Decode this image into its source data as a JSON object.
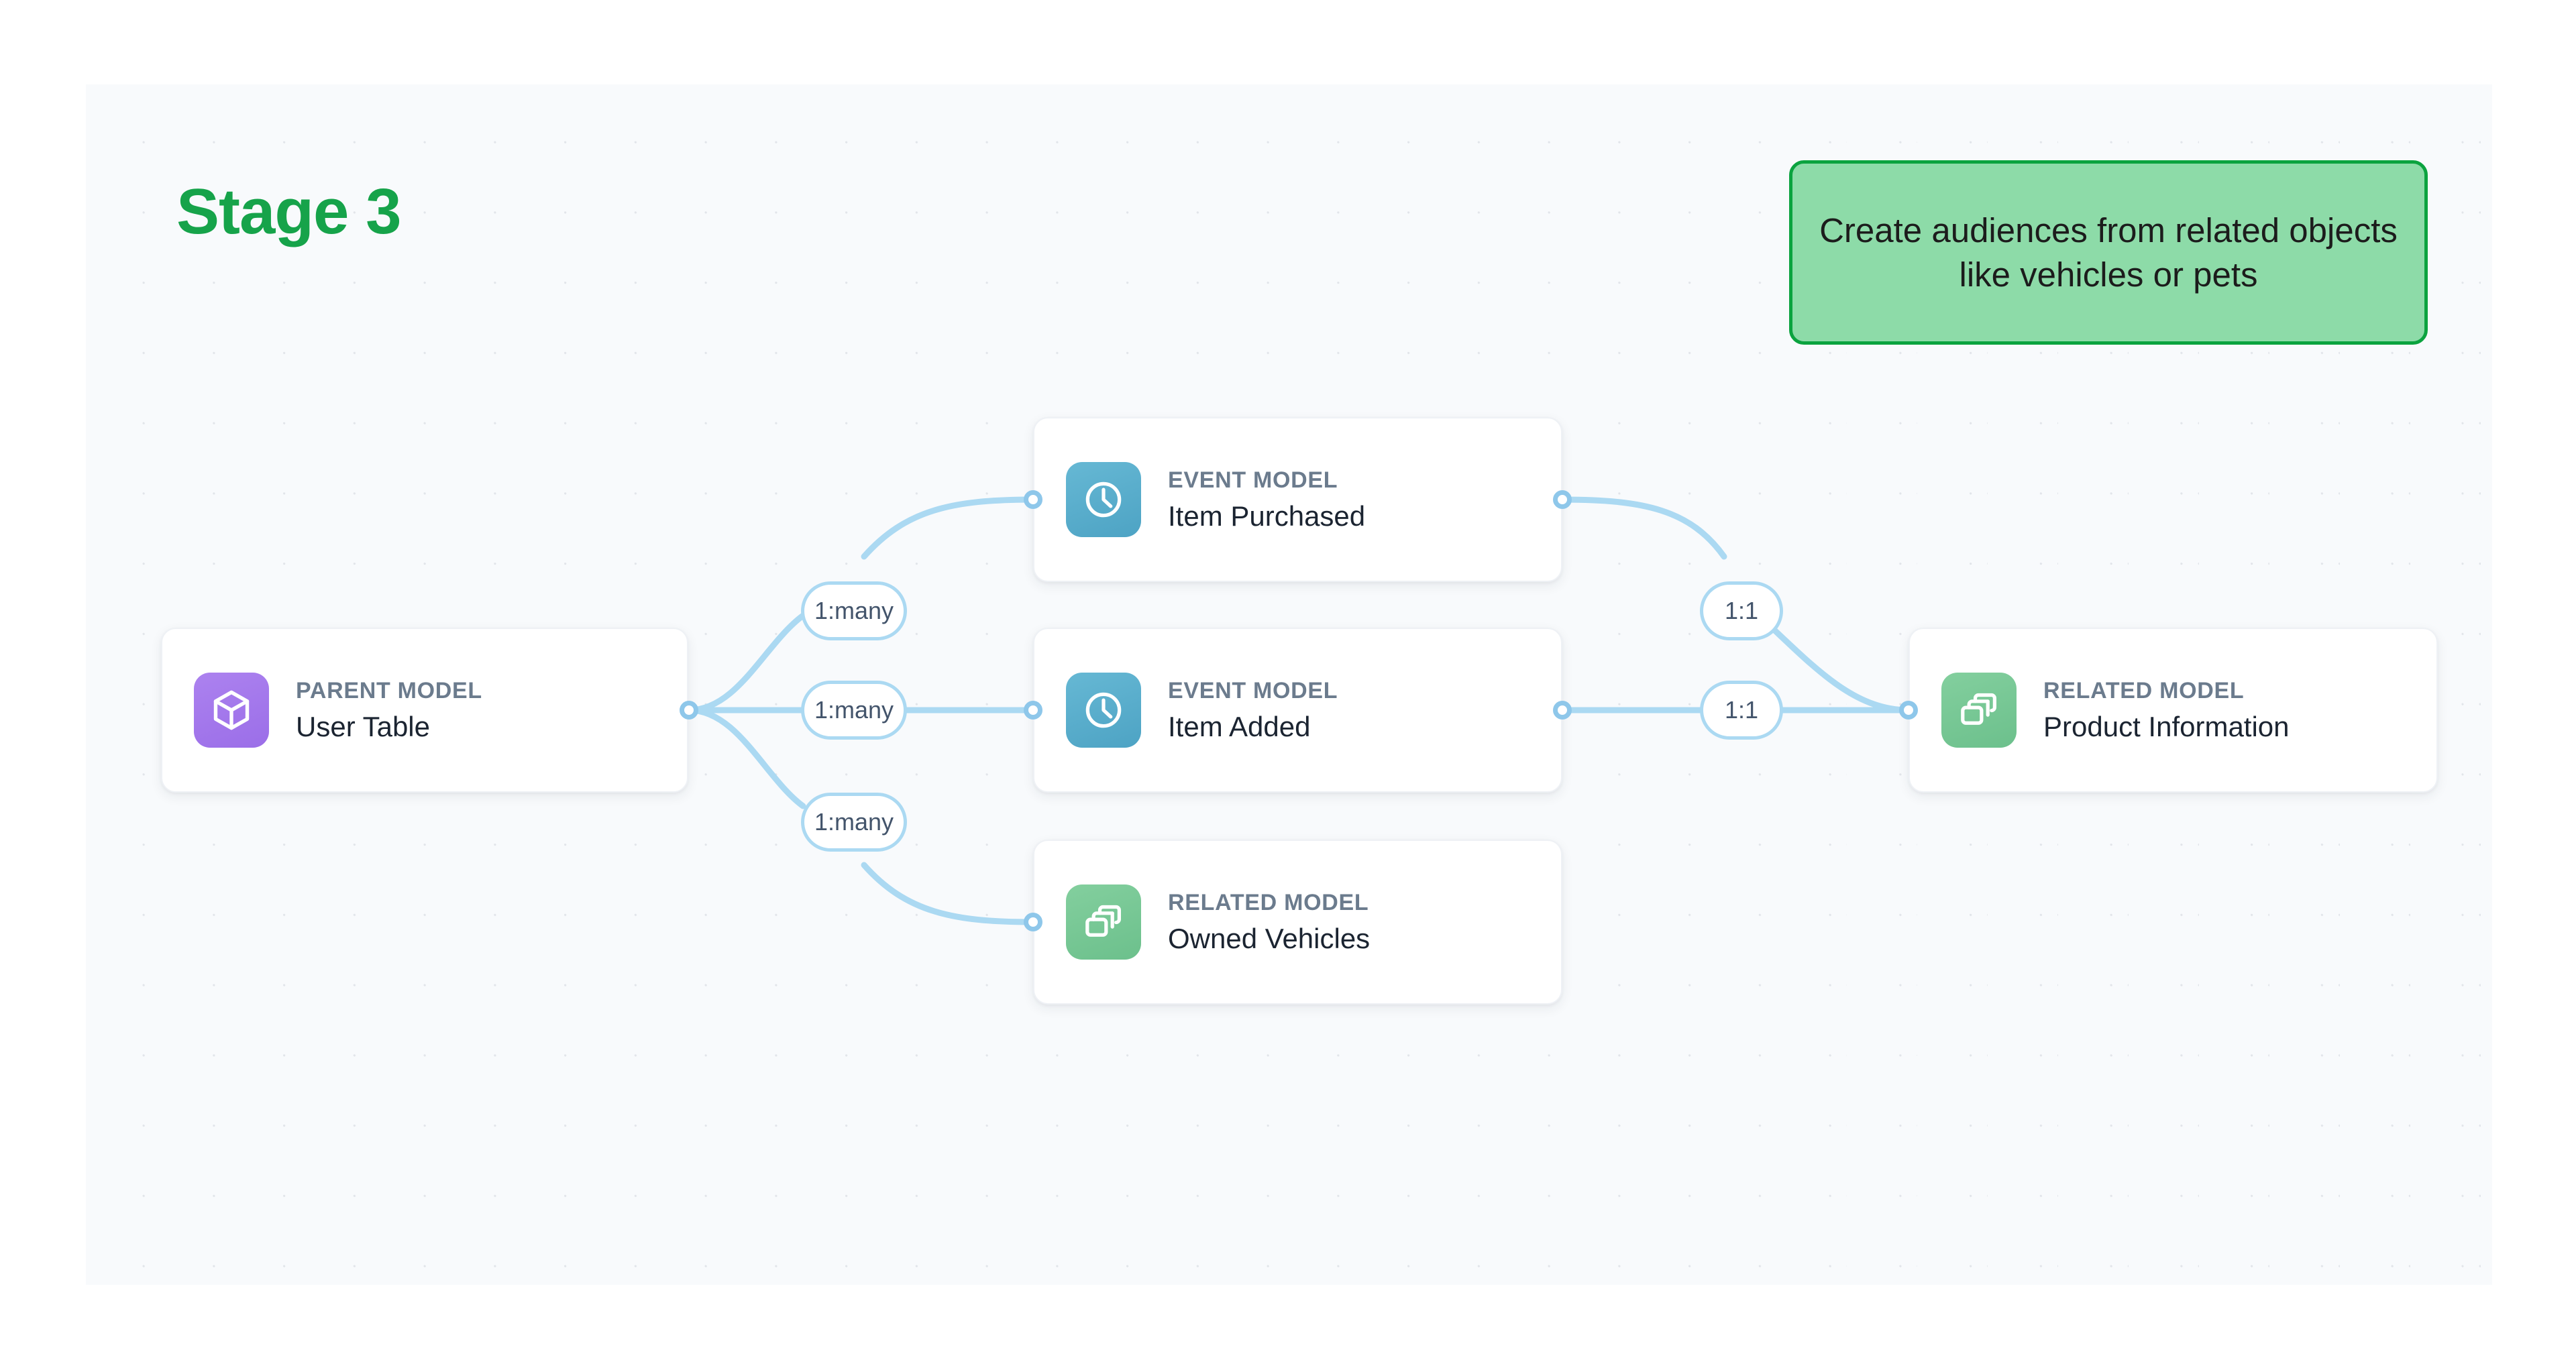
{
  "page": {
    "title": "Stage 3",
    "title_color": "#16a34a",
    "canvas_bg": "#f8fafc"
  },
  "callout": {
    "text": "Create audiences from related objects like vehicles or pets",
    "bg_color": "#8ddba8",
    "border_color": "#0ba33f",
    "text_color": "#1c1c1c"
  },
  "diagram": {
    "type": "entity-relationship-flow",
    "nodes": [
      {
        "id": "user-table",
        "kind": "PARENT MODEL",
        "title": "User Table",
        "icon": "cube-icon",
        "icon_color": "#9b6ee8"
      },
      {
        "id": "item-purchased",
        "kind": "EVENT MODEL",
        "title": "Item Purchased",
        "icon": "clock-icon",
        "icon_color": "#4da3c4"
      },
      {
        "id": "item-added",
        "kind": "EVENT MODEL",
        "title": "Item Added",
        "icon": "clock-icon",
        "icon_color": "#4da3c4"
      },
      {
        "id": "owned-vehicles",
        "kind": "RELATED MODEL",
        "title": "Owned Vehicles",
        "icon": "stacked-layers-icon",
        "icon_color": "#6cc08c"
      },
      {
        "id": "product-information",
        "kind": "RELATED MODEL",
        "title": "Product Information",
        "icon": "stacked-layers-icon",
        "icon_color": "#6cc08c"
      }
    ],
    "edges": [
      {
        "from": "user-table",
        "to": "item-purchased",
        "label": "1:many"
      },
      {
        "from": "user-table",
        "to": "item-added",
        "label": "1:many"
      },
      {
        "from": "user-table",
        "to": "owned-vehicles",
        "label": "1:many"
      },
      {
        "from": "item-purchased",
        "to": "product-information",
        "label": "1:1"
      },
      {
        "from": "item-added",
        "to": "product-information",
        "label": "1:1"
      }
    ],
    "edge_color": "#abd9f2",
    "port_color": "#8ec7ea"
  }
}
